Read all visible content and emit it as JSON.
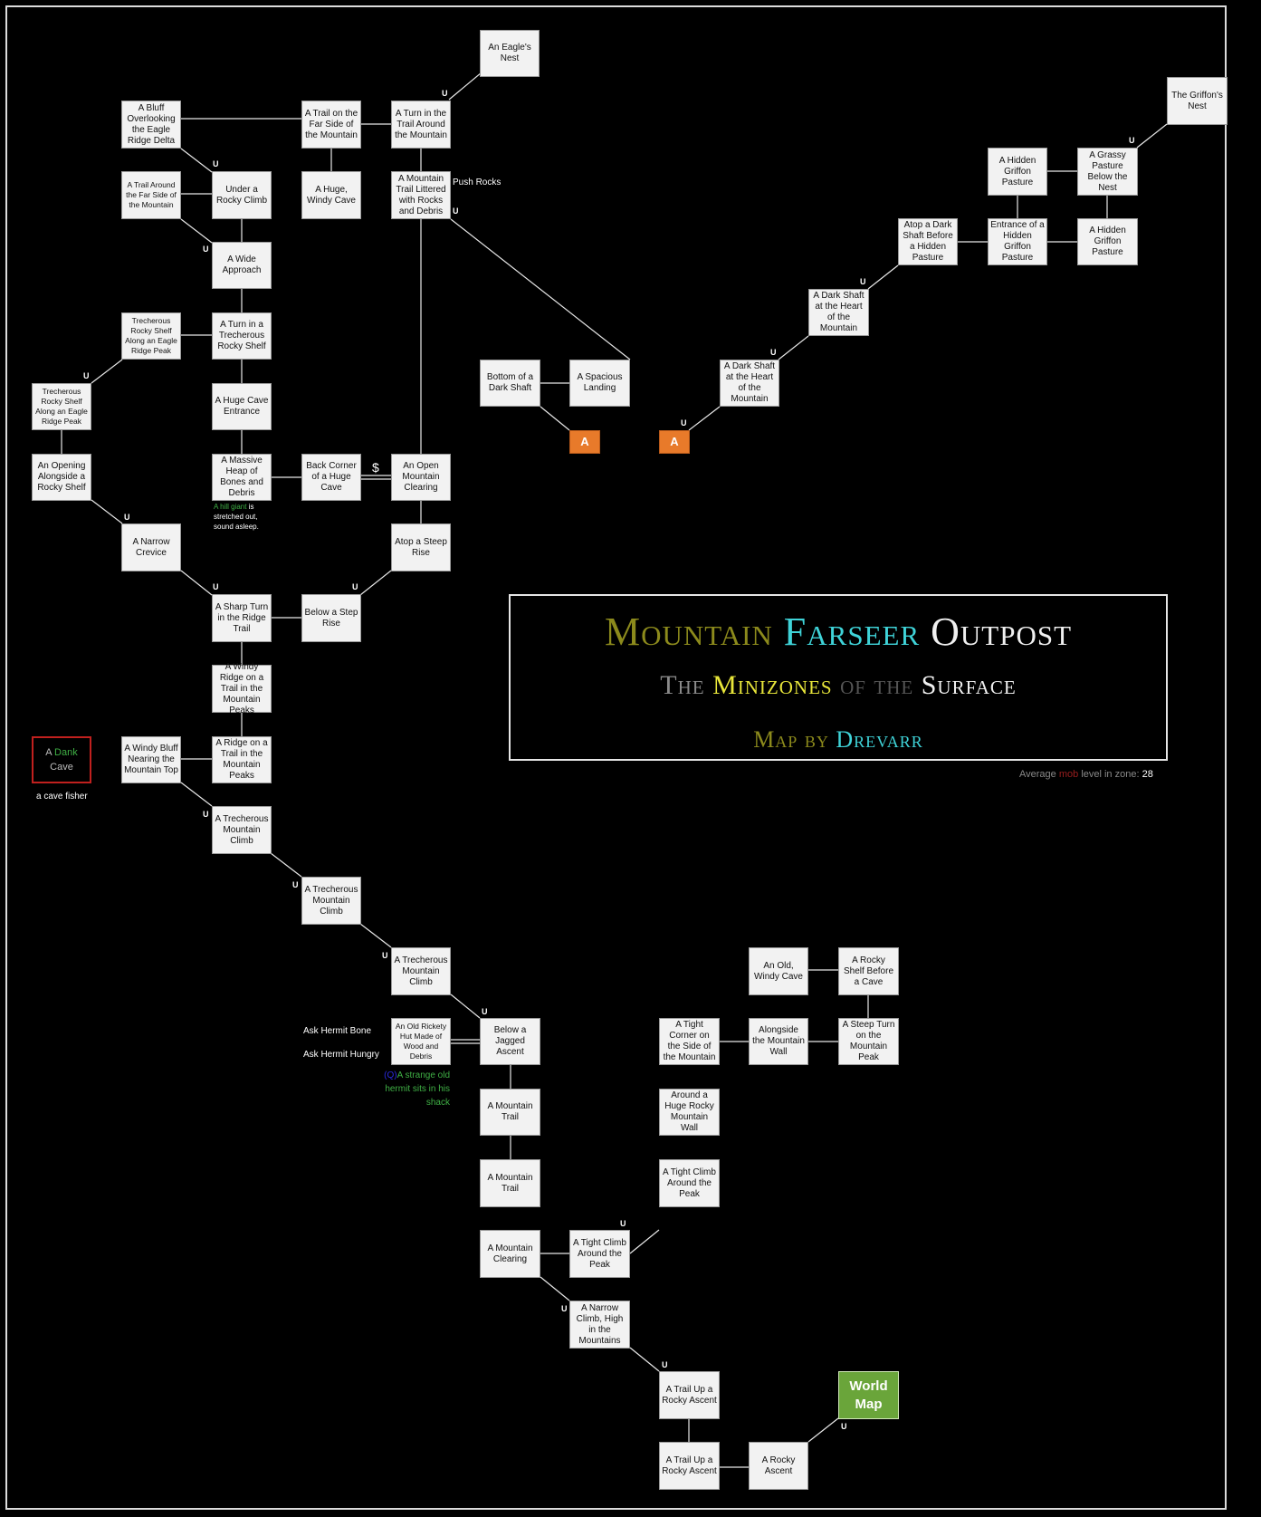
{
  "title": {
    "line1": [
      "Mountain",
      "Farseer",
      "Outpost"
    ],
    "line2": [
      "The",
      "Minizones",
      "of the",
      "Surface"
    ],
    "line3": [
      "Map by",
      "Drevarr"
    ]
  },
  "average": {
    "prefix": "Average",
    "mob": "mob",
    "mid": "level in zone:",
    "value": "28"
  },
  "rooms": {
    "eagles_nest": "An Eagle's Nest",
    "bluff_eagle_ridge": "A Bluff Overlooking the Eagle Ridge Delta",
    "trail_far_side_mountain": "A Trail on the Far Side of the Mountain",
    "turn_trail_around": "A Turn in the Trail Around the Mountain",
    "trail_around_far_side": "A Trail Around the Far Side of the Mountain",
    "under_rocky_climb": "Under a Rocky Climb",
    "huge_windy_cave": "A Huge, Windy Cave",
    "mountain_trail_littered": "A Mountain Trail Littered with Rocks and Debris",
    "wide_approach": "A Wide Approach",
    "trech_shelf_eagle_peak_1": "Trecherous Rocky Shelf Along an Eagle Ridge Peak",
    "turn_trech_rocky_shelf": "A Turn in a Trecherous Rocky Shelf",
    "trech_shelf_eagle_peak_2": "Trecherous Rocky Shelf Along an Eagle Ridge Peak",
    "huge_cave_entrance": "A Huge Cave Entrance",
    "opening_alongside": "An Opening Alongside a Rocky Shelf",
    "massive_heap": "A Massive Heap of Bones and Debris",
    "back_corner_cave": "Back Corner of a Huge Cave",
    "open_mountain_clearing": "An Open Mountain Clearing",
    "narrow_crevice": "A Narrow Crevice",
    "atop_steep_rise": "Atop a Steep Rise",
    "sharp_turn_ridge": "A Sharp Turn in the Ridge Trail",
    "below_step_rise": "Below a Step Rise",
    "windy_ridge_trail": "A Windy Ridge on a Trail in the Mountain Peaks",
    "dank_cave_a": "A",
    "dank_cave_dank": "Dank",
    "dank_cave_cave": "Cave",
    "windy_bluff": "A Windy Bluff Nearing the Mountain Top",
    "ridge_trail_peaks": "A Ridge on a Trail in the Mountain Peaks",
    "trech_climb_1": "A Trecherous Mountain Climb",
    "trech_climb_2": "A Trecherous Mountain Climb",
    "trech_climb_3": "A Trecherous Mountain Climb",
    "old_rickety_hut": "An Old Rickety Hut Made of Wood and Debris",
    "below_jagged_ascent": "Below a Jagged Ascent",
    "mountain_trail_1": "A Mountain Trail",
    "mountain_trail_2": "A Mountain Trail",
    "mountain_clearing": "A Mountain Clearing",
    "tight_climb_peak_1": "A Tight Climb Around the Peak",
    "narrow_climb_high": "A Narrow Climb, High in the Mountains",
    "trail_rocky_ascent_1": "A Trail Up a Rocky Ascent",
    "trail_rocky_ascent_2": "A Trail Up a Rocky Ascent",
    "rocky_ascent": "A Rocky Ascent",
    "world_map": "World Map",
    "tight_climb_peak_2": "A Tight Climb Around the Peak",
    "around_huge_rocky_wall": "Around a Huge Rocky Mountain Wall",
    "tight_corner": "A Tight Corner on the Side of the Mountain",
    "alongside_wall": "Alongside the Mountain Wall",
    "steep_turn_peak": "A Steep Turn on the Mountain Peak",
    "old_windy_cave": "An Old, Windy Cave",
    "rocky_shelf_cave": "A Rocky Shelf Before a Cave",
    "bottom_dark_shaft": "Bottom of a Dark Shaft",
    "spacious_landing": "A Spacious Landing",
    "marker_a_left": "A",
    "marker_a_right": "A",
    "dark_shaft_heart_1": "A Dark Shaft at the Heart of the Mountain",
    "dark_shaft_heart_2": "A Dark Shaft at the Heart of the Mountain",
    "atop_dark_shaft": "Atop a Dark Shaft Before a Hidden Pasture",
    "entrance_hidden_pasture": "Entrance of a Hidden Griffon Pasture",
    "hidden_griffon_pasture_1": "A Hidden Griffon Pasture",
    "grassy_pasture": "A Grassy Pasture Below the Nest",
    "hidden_griffon_pasture_2": "A Hidden Griffon Pasture",
    "griffons_nest": "The Griffon's Nest"
  },
  "notes": {
    "push_rocks": "Push Rocks",
    "hill_giant_mob": "A hill giant",
    "hill_giant_rest": "is stretched out, sound asleep.",
    "cave_fisher": "a cave fisher",
    "ask_bone": "Ask Hermit Bone",
    "ask_hungry": "Ask Hermit Hungry",
    "hermit_tag": "(Q)",
    "hermit_desc": "A strange old hermit sits in his shack",
    "dollar": "$",
    "up": "U"
  }
}
